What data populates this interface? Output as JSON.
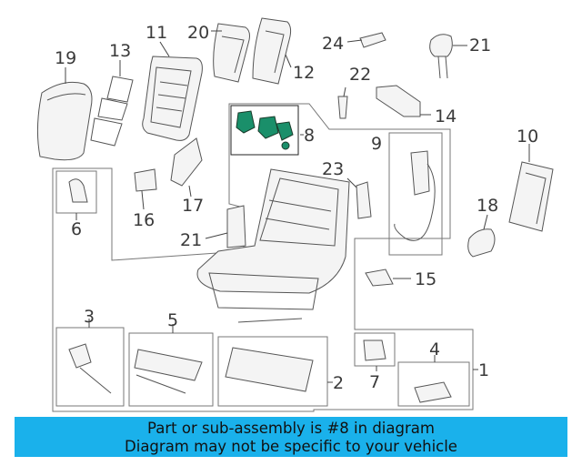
{
  "diagram": {
    "labels": {
      "l1": "1",
      "l2": "2",
      "l3": "3",
      "l4": "4",
      "l5": "5",
      "l6": "6",
      "l7": "7",
      "l8": "8",
      "l9": "9",
      "l10": "10",
      "l11": "11",
      "l12": "12",
      "l13": "13",
      "l14": "14",
      "l15": "15",
      "l16": "16",
      "l17": "17",
      "l18": "18",
      "l19": "19",
      "l20": "20",
      "l21a": "21",
      "l21b": "21",
      "l22": "22",
      "l23": "23",
      "l24": "24"
    },
    "highlight_color": "#1a8f6a",
    "banner": {
      "line1": "Part or sub-assembly is #8 in diagram",
      "line2": "Diagram may not be specific to your vehicle",
      "color": "#1ab1eb"
    }
  }
}
